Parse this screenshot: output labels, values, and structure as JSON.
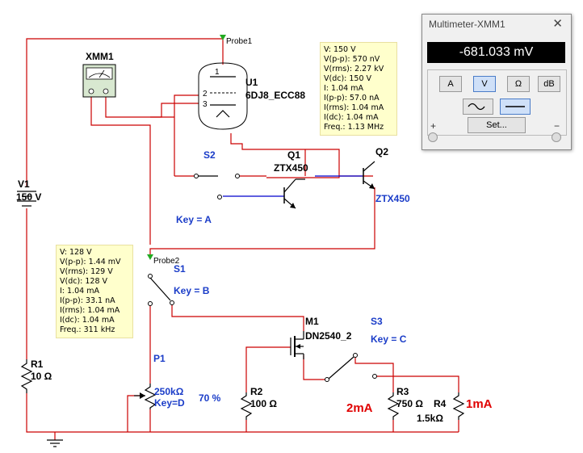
{
  "probe1": {
    "label": "Probe1",
    "readings": [
      "V: 150 V",
      "V(p-p): 570 nV",
      "V(rms): 2.27 kV",
      "V(dc): 150 V",
      "I: 1.04 mA",
      "I(p-p): 57.0 nA",
      "I(rms): 1.04 mA",
      "I(dc): 1.04 mA",
      "Freq.: 1.13 MHz"
    ]
  },
  "probe2": {
    "label": "Probe2",
    "readings": [
      "V: 128 V",
      "V(p-p): 1.44 mV",
      "V(rms): 129 V",
      "V(dc): 128 V",
      "I: 1.04 mA",
      "I(p-p): 33.1 nA",
      "I(rms): 1.04 mA",
      "I(dc): 1.04 mA",
      "Freq.: 311 kHz"
    ]
  },
  "components": {
    "xmm1": "XMM1",
    "u1_ref": "U1",
    "u1_model": "6DJ8_ECC88",
    "v1_ref": "V1",
    "v1_value": "150 V",
    "r1_ref": "R1",
    "r1_value": "10 Ω",
    "s2_ref": "S2",
    "s2_key": "Key = A",
    "q1_ref": "Q1",
    "q1_model": "ZTX450",
    "q2_ref": "Q2",
    "q2_model": "ZTX450",
    "s1_ref": "S1",
    "s1_key": "Key = B",
    "m1_ref": "M1",
    "m1_model": "DN2540_2",
    "s3_ref": "S3",
    "s3_key": "Key = C",
    "p1_ref": "P1",
    "p1_value": "250kΩ",
    "p1_key": "Key=D",
    "p1_percent": "70 %",
    "r2_ref": "R2",
    "r2_value": "100 Ω",
    "r3_ref": "R3",
    "r3_value": "750 Ω",
    "r4_ref": "R4",
    "r4_value": "1.5kΩ",
    "tube_pins": [
      "1",
      "2",
      "3"
    ]
  },
  "annotations": {
    "label_2ma": "2mA",
    "label_1ma": "1mA"
  },
  "multimeter": {
    "title": "Multimeter-XMM1",
    "close": "✕",
    "display": "-681.033 mV",
    "modes": [
      "A",
      "V",
      "Ω",
      "dB"
    ],
    "active_mode": "V",
    "set_label": "Set...",
    "plus": "+",
    "minus": "−"
  }
}
